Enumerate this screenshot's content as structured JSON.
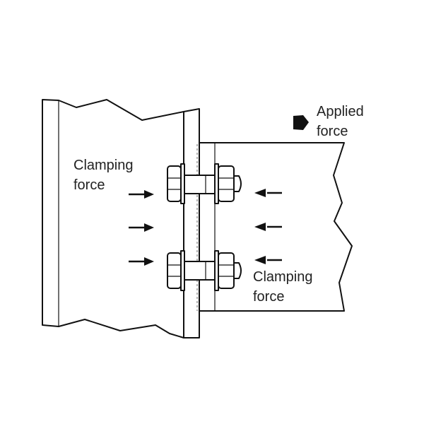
{
  "labels": {
    "applied_force_line1": "Applied",
    "applied_force_line2": "force",
    "left_clamping_line1": "Clamping",
    "left_clamping_line2": "force",
    "right_clamping_line1": "Clamping",
    "right_clamping_line2": "force"
  },
  "colors": {
    "line": "#111111",
    "background": "#ffffff"
  }
}
